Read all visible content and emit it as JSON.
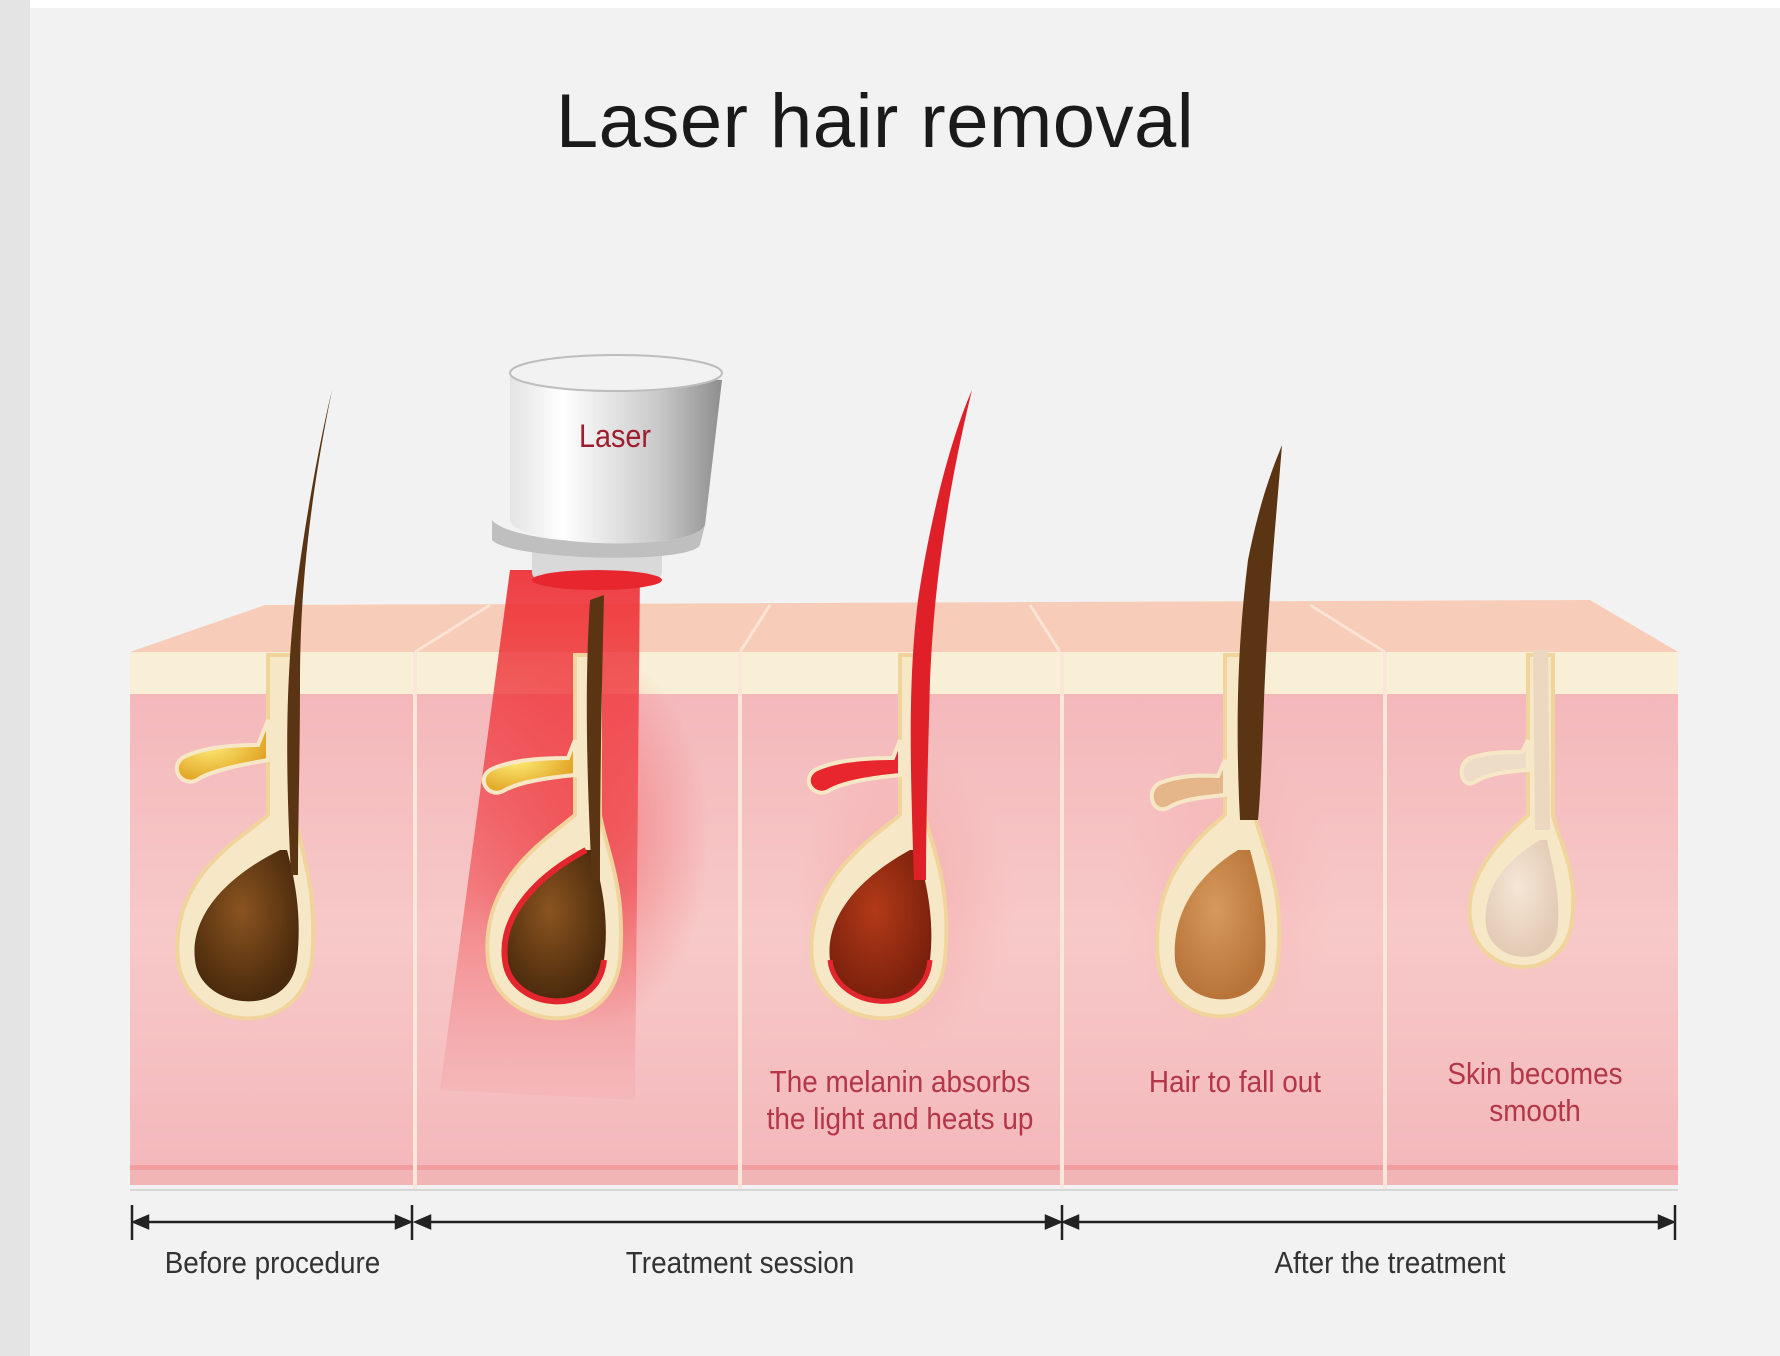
{
  "title": "Laser hair removal",
  "device_label": "Laser",
  "panels": [
    {
      "id": "before",
      "stage_label": ""
    },
    {
      "id": "laser-applied",
      "stage_label": ""
    },
    {
      "id": "melanin",
      "stage_label": "The melanin absorbs the light and heats up"
    },
    {
      "id": "fall-out",
      "stage_label": "Hair to fall out"
    },
    {
      "id": "smooth",
      "stage_label": "Skin becomes smooth"
    }
  ],
  "timeline": {
    "phase_labels": [
      "Before procedure",
      "Treatment session",
      "After the treatment"
    ]
  },
  "colors": {
    "background": "#f2f2f2",
    "skin_top": "#f8d3c2",
    "epidermis": "#f8efd5",
    "dermis": "#f5bfc0",
    "hair_dark": "#5a3413",
    "laser_red": "#e8262d",
    "label_red": "#b3364a"
  },
  "icons": {
    "laser_device": "laser-device-icon",
    "hair_follicle": "hair-follicle-icon"
  }
}
